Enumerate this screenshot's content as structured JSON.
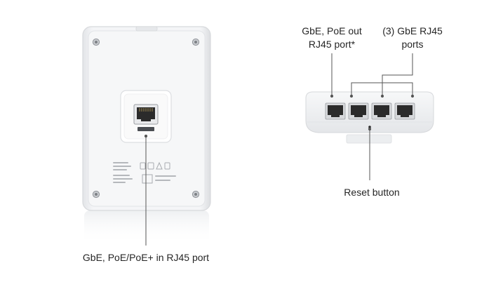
{
  "callouts": {
    "poe_out_line1": "GbE, PoE out",
    "poe_out_line2": "RJ45 port*",
    "gbe_ports_line1": "(3) GbE RJ45",
    "gbe_ports_line2": "ports",
    "reset": "Reset button",
    "poe_in": "GbE, PoE/PoE+ in RJ45 port"
  },
  "colors": {
    "device_body": "#f2f3f5",
    "device_edge": "#d9dbde",
    "leader_line": "#555555",
    "port_dark": "#2b2b2b"
  },
  "icons": [
    "rj45-port-icon",
    "screw-icon",
    "reset-pinhole-icon",
    "regulatory-marks"
  ]
}
